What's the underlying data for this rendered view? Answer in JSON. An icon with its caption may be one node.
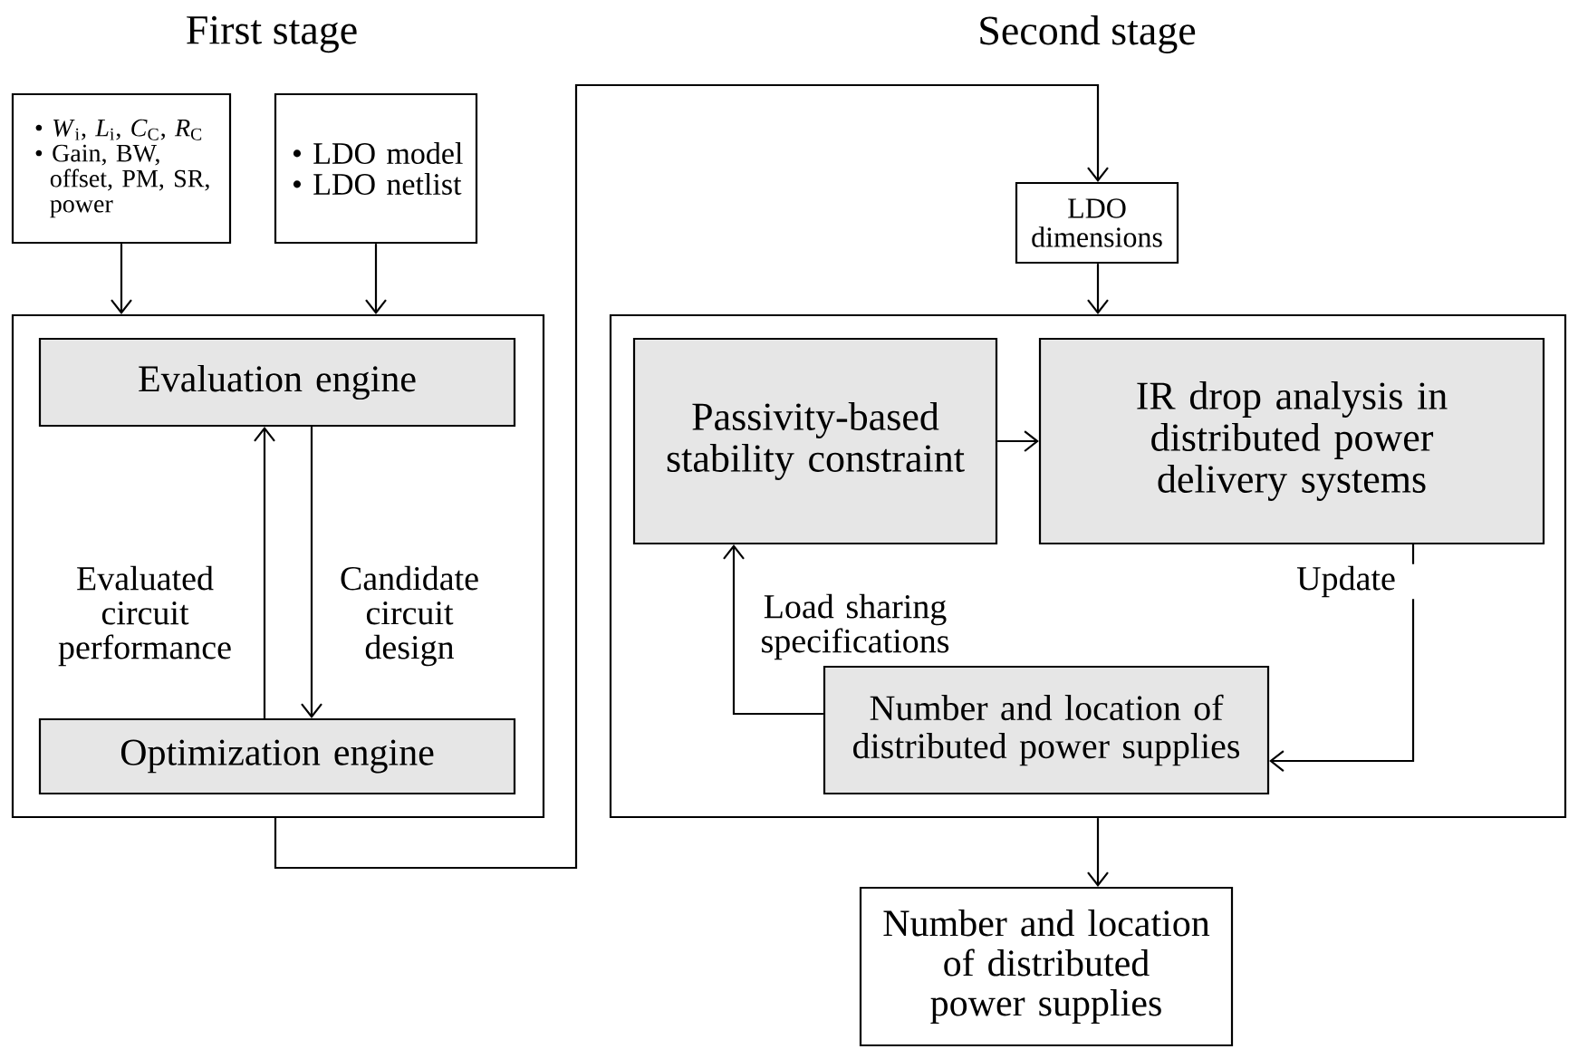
{
  "diagram": {
    "nodes": [
      {
        "text": [
          "• *W*$_{i}$, *L*$_{i}$, *C*$_{C}$, *R*$_{C}$",
          "• Gain, BW, offset, PM, SR, power"
        ]
      },
      {
        "text": [
          "• LDO model",
          "• LDO netlist"
        ]
      },
      {
        "text": [],
        "shape": "box"
      },
      {
        "text": [
          "Evaluation engine"
        ],
        "in": 2
      },
      {
        "text": [
          "Optimization engine"
        ],
        "in": 2
      },
      {
        "text": [
          "LDO dimensions"
        ]
      },
      {
        "text": [],
        "shape": "box"
      },
      {
        "text": [
          "Passivity-based stability constraint"
        ],
        "in": 6
      },
      {
        "text": [
          "IR drop analysis in distributed power delivery systems"
        ],
        "in": 6
      },
      {
        "text": [
          "Number and location of distributed power supplies"
        ],
        "in": 6
      },
      {
        "text": [
          "Number and location of distributed power supplies"
        ]
      }
    ],
    "edges": [
      {
        "from": 0,
        "to": 2,
        "arrow": "to"
      },
      {
        "from": 1,
        "to": 2,
        "arrow": "to"
      },
      {
        "from": 3,
        "to": 4,
        "arrow": "to",
        "label": "Candidate circuit design"
      },
      {
        "from": 4,
        "to": 3,
        "arrow": "to",
        "label": "Evaluated circuit performance"
      },
      {
        "from": 2,
        "to": 5,
        "arrow": "to"
      },
      {
        "from": 5,
        "to": 6,
        "arrow": "to"
      },
      {
        "from": 7,
        "to": 8,
        "arrow": "to"
      },
      {
        "from": 8,
        "to": 9,
        "arrow": "to",
        "label": "Update"
      },
      {
        "from": 9,
        "to": 7,
        "arrow": "to",
        "label": "Load sharing specifications"
      },
      {
        "from": 6,
        "to": 10,
        "arrow": "to"
      }
    ],
    "labels": [
      "First stage",
      "Second stage"
    ]
  }
}
